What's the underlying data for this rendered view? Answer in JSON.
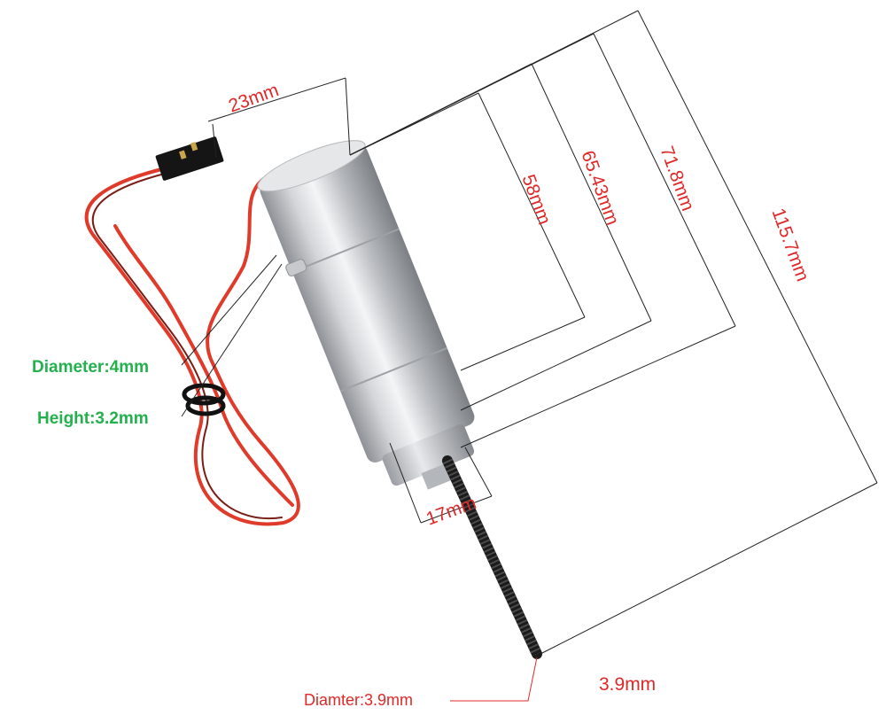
{
  "labels": {
    "width_top": "23mm",
    "body_len": "58mm",
    "body_len2": "65.43mm",
    "body_len3": "71.8mm",
    "total_len": "115.7mm",
    "base_width": "17mm",
    "pin_diameter": "Diameter:4mm",
    "pin_height": "Height:3.2mm",
    "screw_diameter": "Diamter:3.9mm",
    "screw_value": "3.9mm"
  },
  "colors": {
    "dimension": "#e02828",
    "callout": "#22b14c",
    "wire": "#e03a2a",
    "metal": "#c9cbce"
  }
}
